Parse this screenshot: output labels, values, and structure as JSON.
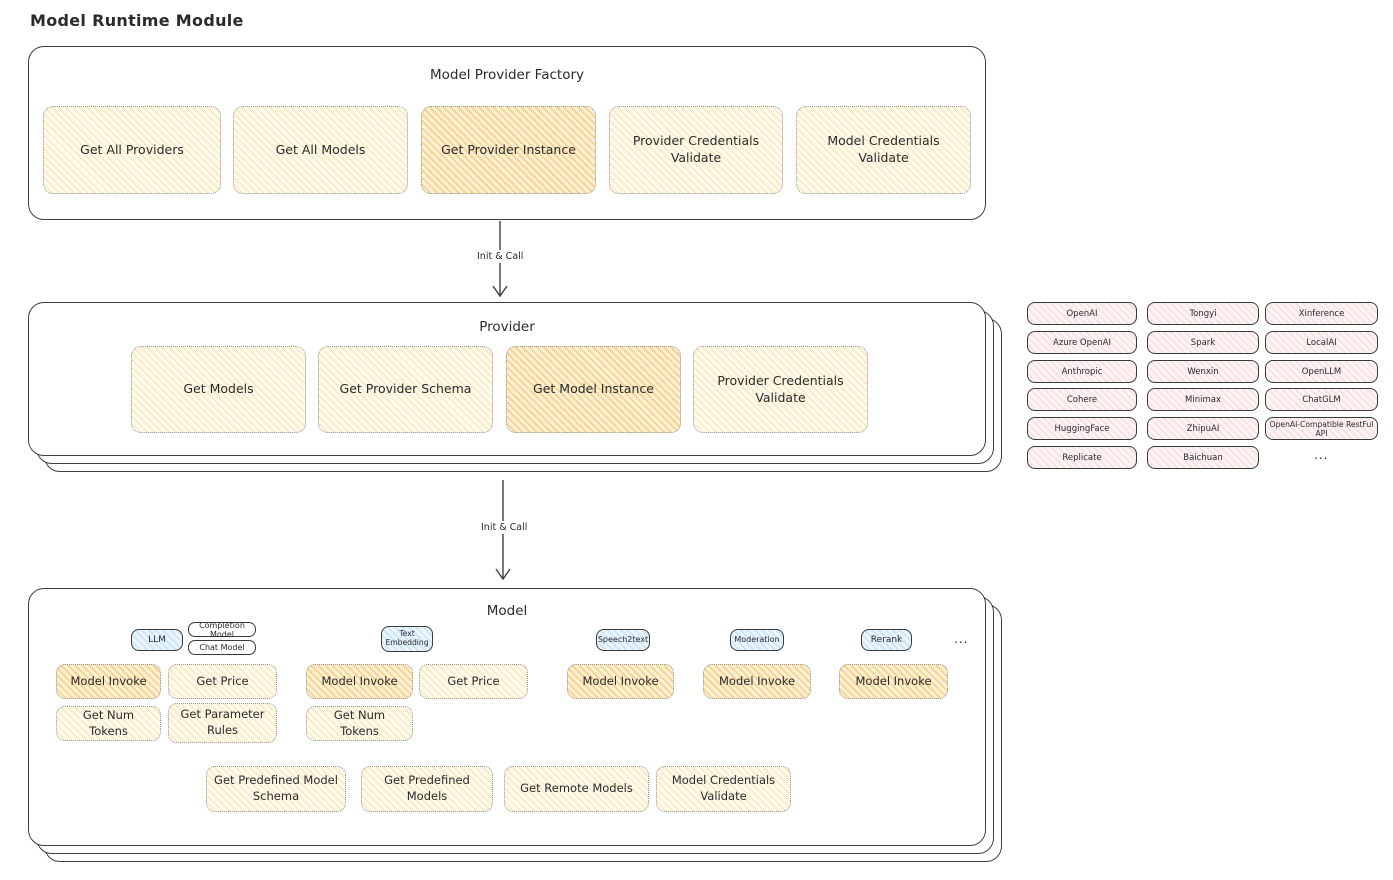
{
  "title": "Model Runtime Module",
  "factory": {
    "title": "Model Provider Factory",
    "buttons": [
      {
        "label": "Get All Providers"
      },
      {
        "label": "Get All Models"
      },
      {
        "label": "Get Provider Instance"
      },
      {
        "label": "Provider Credentials Validate"
      },
      {
        "label": "Model Credentials Validate"
      }
    ]
  },
  "arrow1": {
    "label": "Init & Call"
  },
  "arrow2": {
    "label": "Init & Call"
  },
  "provider": {
    "title": "Provider",
    "buttons": [
      {
        "label": "Get Models"
      },
      {
        "label": "Get Provider Schema"
      },
      {
        "label": "Get Model Instance"
      },
      {
        "label": "Provider Credentials Validate"
      }
    ]
  },
  "provider_list": {
    "col1": [
      "OpenAI",
      "Azure OpenAI",
      "Anthropic",
      "Cohere",
      "HuggingFace",
      "Replicate"
    ],
    "col2": [
      "Tongyi",
      "Spark",
      "Wenxin",
      "Minimax",
      "ZhipuAI",
      "Baichuan"
    ],
    "col3": [
      "Xinference",
      "LocalAI",
      "OpenLLM",
      "ChatGLM",
      "OpenAI-Compatible RestFul API"
    ],
    "more": "..."
  },
  "model": {
    "title": "Model",
    "tags": {
      "llm": "LLM",
      "completion_model": "Completion Model",
      "chat_model": "Chat Model",
      "text_embedding": "Text Embedding",
      "speech2text": "Speech2text",
      "moderation": "Moderation",
      "rerank": "Rerank",
      "more": "..."
    },
    "llm_buttons": [
      "Model Invoke",
      "Get Price",
      "Get Num Tokens",
      "Get Parameter Rules"
    ],
    "text_embedding_buttons": [
      "Model Invoke",
      "Get Price",
      "Get Num Tokens"
    ],
    "speech2text_buttons": [
      "Model Invoke"
    ],
    "moderation_buttons": [
      "Model Invoke"
    ],
    "rerank_buttons": [
      "Model Invoke"
    ],
    "common_buttons": [
      "Get Predefined Model Schema",
      "Get Predefined Models",
      "Get Remote Models",
      "Model Credentials Validate"
    ]
  },
  "colors": {
    "yellow_fill": "#f9ecc6",
    "orange_fill": "#f6d491",
    "pink_fill": "#f8e2e2",
    "blue_fill": "#cfe6f7",
    "stroke": "#3f3f3f"
  }
}
